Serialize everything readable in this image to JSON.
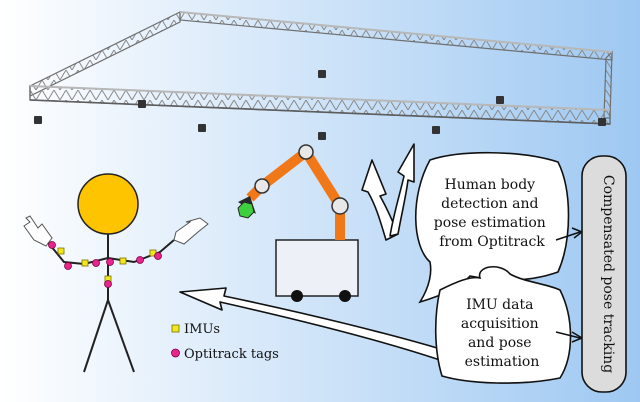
{
  "boxes": {
    "optitrack_lines": [
      "Human body",
      "detection and",
      "pose estimation",
      "from Optitrack"
    ],
    "imu_lines": [
      "IMU data",
      "acquisition",
      "and pose",
      "estimation"
    ],
    "output": "Compensated pose tracking"
  },
  "legend": {
    "imu_label": "IMUs",
    "tag_label": "Optitrack tags"
  },
  "colors": {
    "background_left": "#ffffff",
    "background_right": "#9ec8f2",
    "head": "#ffc400",
    "arm_orange": "#f07818",
    "imu_yellow": "#f2e81e",
    "tag_pink": "#e8258c",
    "gripper_green": "#3ecf3e",
    "base_fill": "#eef0f8",
    "output_fill": "#dcdcdc"
  },
  "icons": [
    "truss-frame",
    "camera-icon",
    "robot-arm",
    "stick-figure",
    "glove-icon"
  ]
}
